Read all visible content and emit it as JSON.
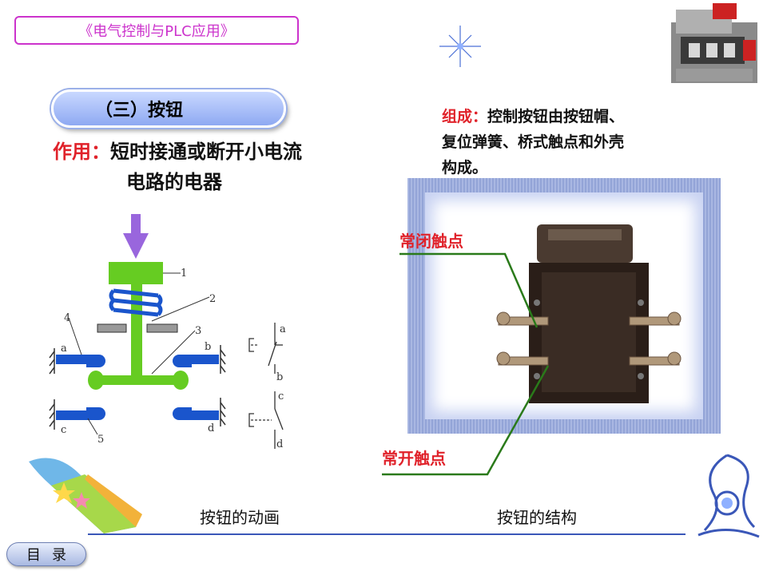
{
  "header": {
    "course_title": "《电气控制与PLC应用》"
  },
  "section": {
    "title": "（三）按钮"
  },
  "function": {
    "label": "作用：",
    "line1": "短时接通或断开小电流",
    "line2": "电路的电器"
  },
  "composition": {
    "label": "组成：",
    "line1": "控制按钮由按钮帽、",
    "line2": "复位弹簧、桥式触点和外壳",
    "line3": "构成。"
  },
  "diagram": {
    "numbers": [
      "1",
      "2",
      "3",
      "4",
      "5"
    ],
    "contacts": [
      "a",
      "b",
      "c",
      "d"
    ],
    "symbol_letters": [
      "a",
      "b",
      "c",
      "d"
    ]
  },
  "photo": {
    "nc_label": "常闭触点",
    "no_label": "常开触点"
  },
  "captions": {
    "animation": "按钮的动画",
    "structure": "按钮的结构"
  },
  "nav": {
    "menu_label": "目录"
  },
  "colors": {
    "accent_magenta": "#cc33cc",
    "pill_blue": "#8ea9f2",
    "red_text": "#e0222a",
    "green_part": "#66cc22",
    "blue_contact": "#1a55cc",
    "purple_arrow": "#9966dd",
    "leader_green": "#2a7a1a"
  }
}
